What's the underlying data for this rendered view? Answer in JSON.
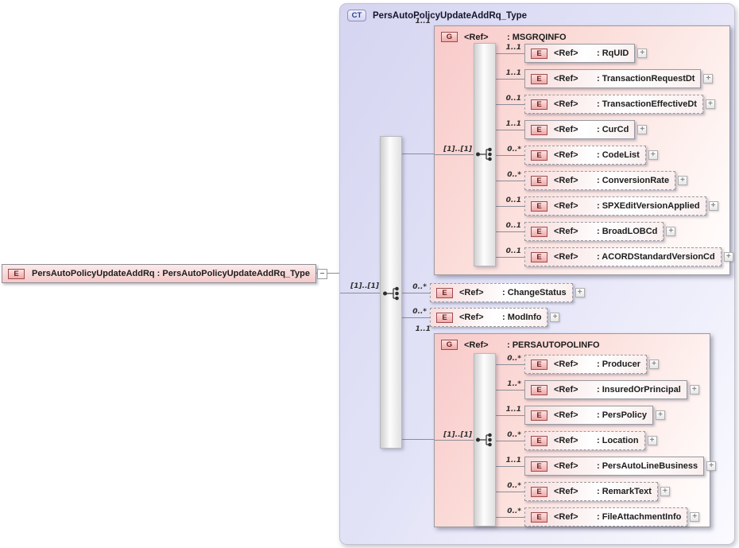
{
  "root_element": {
    "badge": "E",
    "label": "PersAutoPolicyUpdateAddRq : PersAutoPolicyUpdateAddRq_Type"
  },
  "complex_type": {
    "badge": "CT",
    "title": "PersAutoPolicyUpdateAddRq_Type",
    "sequence_cardinality": "[1]..[1]"
  },
  "groups": {
    "msgrqinfo": {
      "badge": "G",
      "ref": "<Ref>",
      "name": ": MSGRQINFO",
      "cardinality": "1..1",
      "sequence_cardinality": "[1]..[1]",
      "elements": [
        {
          "badge": "E",
          "ref": "<Ref>",
          "name": ": RqUID",
          "cardinality": "1..1"
        },
        {
          "badge": "E",
          "ref": "<Ref>",
          "name": ": TransactionRequestDt",
          "cardinality": "1..1"
        },
        {
          "badge": "E",
          "ref": "<Ref>",
          "name": ": TransactionEffectiveDt",
          "cardinality": "0..1"
        },
        {
          "badge": "E",
          "ref": "<Ref>",
          "name": ": CurCd",
          "cardinality": "1..1"
        },
        {
          "badge": "E",
          "ref": "<Ref>",
          "name": ": CodeList",
          "cardinality": "0..*"
        },
        {
          "badge": "E",
          "ref": "<Ref>",
          "name": ": ConversionRate",
          "cardinality": "0..*"
        },
        {
          "badge": "E",
          "ref": "<Ref>",
          "name": ": SPXEditVersionApplied",
          "cardinality": "0..1"
        },
        {
          "badge": "E",
          "ref": "<Ref>",
          "name": ": BroadLOBCd",
          "cardinality": "0..1"
        },
        {
          "badge": "E",
          "ref": "<Ref>",
          "name": ": ACORDStandardVersionCd",
          "cardinality": "0..1"
        }
      ]
    },
    "persautopolinfo": {
      "badge": "G",
      "ref": "<Ref>",
      "name": ": PERSAUTOPOLINFO",
      "cardinality": "1..1",
      "sequence_cardinality": "[1]..[1]",
      "elements": [
        {
          "badge": "E",
          "ref": "<Ref>",
          "name": ": Producer",
          "cardinality": "0..*"
        },
        {
          "badge": "E",
          "ref": "<Ref>",
          "name": ": InsuredOrPrincipal",
          "cardinality": "1..*"
        },
        {
          "badge": "E",
          "ref": "<Ref>",
          "name": ": PersPolicy",
          "cardinality": "1..1"
        },
        {
          "badge": "E",
          "ref": "<Ref>",
          "name": ": Location",
          "cardinality": "0..*"
        },
        {
          "badge": "E",
          "ref": "<Ref>",
          "name": ": PersAutoLineBusiness",
          "cardinality": "1..1"
        },
        {
          "badge": "E",
          "ref": "<Ref>",
          "name": ": RemarkText",
          "cardinality": "0..*"
        },
        {
          "badge": "E",
          "ref": "<Ref>",
          "name": ": FileAttachmentInfo",
          "cardinality": "0..*"
        }
      ]
    }
  },
  "standalone_elements": [
    {
      "badge": "E",
      "ref": "<Ref>",
      "name": ": ChangeStatus",
      "cardinality": "0..*"
    },
    {
      "badge": "E",
      "ref": "<Ref>",
      "name": ": ModInfo",
      "cardinality": "0..*"
    }
  ],
  "icons": {
    "plus": "+",
    "minus": "−"
  }
}
